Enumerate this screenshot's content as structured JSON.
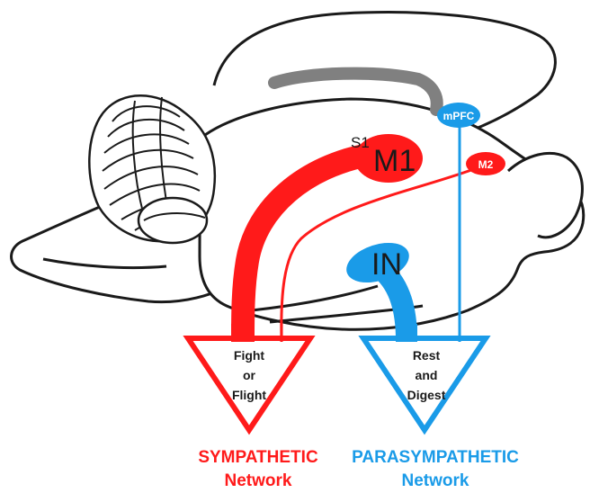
{
  "colors": {
    "sympathetic": "#ff1a1a",
    "parasympathetic": "#1a9be8",
    "outline": "#1a1a1a",
    "corpus_callosum": "#808080"
  },
  "regions": {
    "s1": "S1",
    "m1": "M1",
    "m2": "M2",
    "mpfc": "mPFC",
    "in": "IN"
  },
  "sympathetic": {
    "arrow_line1": "Fight",
    "arrow_line2": "or",
    "arrow_line3": "Flight",
    "title": "SYMPATHETIC",
    "subtitle": "Network"
  },
  "parasympathetic": {
    "arrow_line1": "Rest",
    "arrow_line2": "and",
    "arrow_line3": "Digest",
    "title": "PARASYMPATHETIC",
    "subtitle": "Network"
  }
}
